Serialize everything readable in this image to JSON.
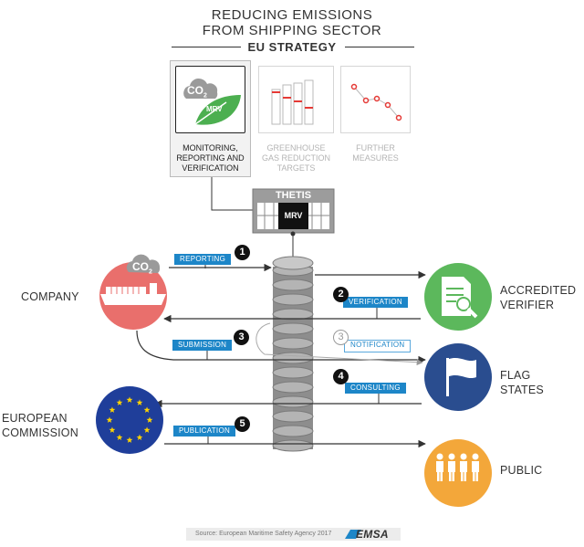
{
  "header": {
    "title_line1": "REDUCING EMISSIONS",
    "title_line2": "FROM SHIPPING SECTOR",
    "subtitle": "EU STRATEGY"
  },
  "strategy_cards": [
    {
      "label_line1": "MONITORING,",
      "label_line2": "REPORTING AND",
      "label_line3": "VERIFICATION",
      "active": true
    },
    {
      "label_line1": "GREENHOUSE",
      "label_line2": "GAS REDUCTION",
      "label_line3": "TARGETS",
      "active": false
    },
    {
      "label_line1": "FURTHER",
      "label_line2": "MEASURES",
      "label_line3": "",
      "active": false
    }
  ],
  "mrv_icon": {
    "co2_main": "CO",
    "co2_sub": "2",
    "leaf_text": "MRV"
  },
  "thetis": {
    "title": "THETIS",
    "module": "MRV"
  },
  "entities": {
    "company": {
      "label": "COMPANY",
      "co2_main": "CO",
      "co2_sub": "2"
    },
    "verifier": {
      "label_line1": "ACCREDITED",
      "label_line2": "VERIFIER"
    },
    "flag_states": {
      "label_line1": "FLAG",
      "label_line2": "STATES"
    },
    "commission": {
      "label_line1": "EUROPEAN",
      "label_line2": "COMMISSION"
    },
    "public": {
      "label": "PUBLIC"
    }
  },
  "flows": [
    {
      "step": "1",
      "label": "REPORTING"
    },
    {
      "step": "2",
      "label": "VERIFICATION"
    },
    {
      "step": "3",
      "label": "SUBMISSION"
    },
    {
      "step": "3",
      "label": "NOTIFICATION"
    },
    {
      "step": "4",
      "label": "CONSULTING"
    },
    {
      "step": "5",
      "label": "PUBLICATION"
    }
  ],
  "footer": {
    "source_label": "Source:",
    "source": "European Maritime Safety Agency 2017",
    "logo": "EMSA"
  },
  "colors": {
    "blue": "#1d86c8",
    "green": "#5cb85c",
    "red": "#e96f6c",
    "navy": "#2a4d8f",
    "eu_blue": "#1f3e9a",
    "amber": "#f3a73a"
  }
}
